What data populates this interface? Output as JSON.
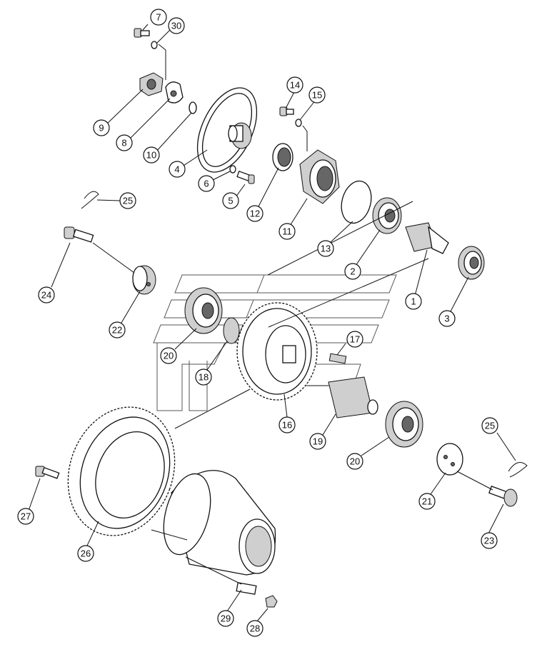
{
  "callouts": {
    "c1": "1",
    "c2": "2",
    "c3": "3",
    "c4": "4",
    "c5": "5",
    "c6": "6",
    "c7": "7",
    "c8": "8",
    "c9": "9",
    "c10": "10",
    "c11": "11",
    "c12": "12",
    "c13": "13",
    "c14": "14",
    "c15": "15",
    "c16": "16",
    "c17": "17",
    "c18": "18",
    "c19": "19",
    "c20a": "20",
    "c20b": "20",
    "c21": "21",
    "c22": "22",
    "c23": "23",
    "c24": "24",
    "c25a": "25",
    "c25b": "25",
    "c26": "26",
    "c27": "27",
    "c28": "28",
    "c29": "29",
    "c30": "30"
  }
}
